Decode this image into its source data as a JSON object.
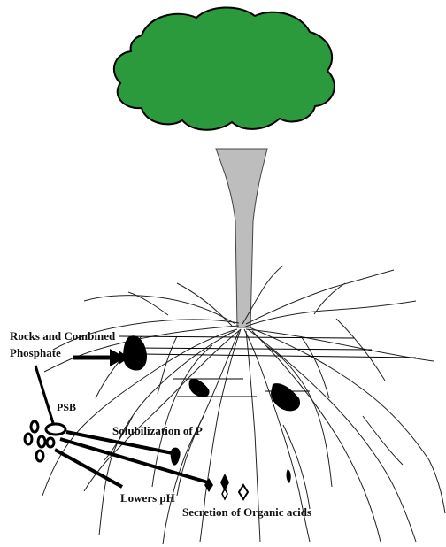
{
  "labels": {
    "rocks_line1": "Rocks and Combined",
    "rocks_line2": "Phosphate",
    "psb": "PSB",
    "solubilization": "Solubilization of P",
    "lowers_ph": "Lowers pH",
    "secretion": "Secretion of Organic acids"
  },
  "colors": {
    "canopy": "#2a9a3c",
    "trunk": "#bdbdbd",
    "roots": "#222222",
    "ink": "#000000"
  }
}
